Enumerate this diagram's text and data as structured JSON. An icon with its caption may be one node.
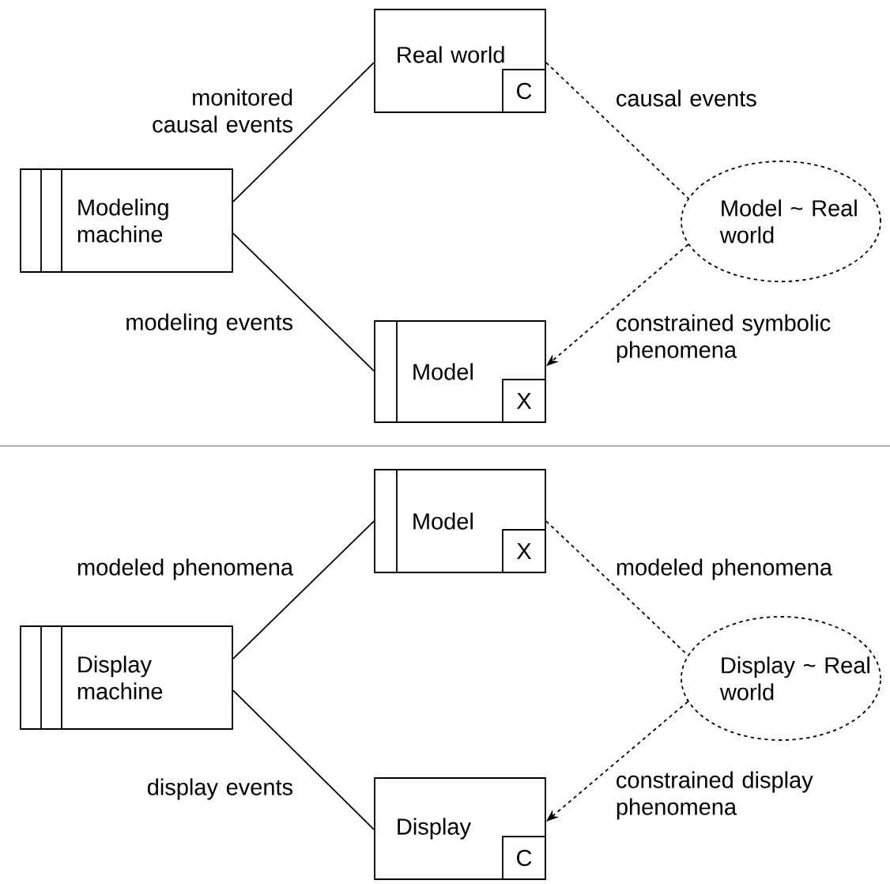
{
  "diagram": {
    "nodes": [
      {
        "text": [
          "Real world"
        ]
      },
      {
        "text": [
          "C"
        ],
        "in": 0
      },
      {
        "text": [
          "Modeling machine"
        ]
      },
      {
        "text": [
          "Model ~ Real world"
        ]
      },
      {
        "text": [
          "Model"
        ]
      },
      {
        "text": [
          "X"
        ],
        "in": 4
      },
      {
        "text": [
          "Model"
        ]
      },
      {
        "text": [
          "X"
        ],
        "in": 6
      },
      {
        "text": [
          "Display machine"
        ]
      },
      {
        "text": [
          "Display ~ Real world"
        ]
      },
      {
        "text": [
          "Display"
        ]
      },
      {
        "text": [
          "C"
        ],
        "in": 10
      }
    ],
    "edges": [
      {
        "from": 2,
        "to": 0,
        "arrow": "none",
        "label": "monitored causal events"
      },
      {
        "from": 0,
        "to": 3,
        "arrow": "none",
        "label": "causal events",
        "style": "dashed"
      },
      {
        "from": 2,
        "to": 4,
        "arrow": "none",
        "label": "modeling events"
      },
      {
        "from": 3,
        "to": 4,
        "arrow": "to",
        "label": "constrained symbolic phenomena",
        "style": "dashed"
      },
      {
        "from": 8,
        "to": 6,
        "arrow": "none",
        "label": "modeled phenomena"
      },
      {
        "from": 6,
        "to": 9,
        "arrow": "none",
        "label": "modeled phenomena",
        "style": "dashed"
      },
      {
        "from": 8,
        "to": 10,
        "arrow": "none",
        "label": "display events"
      },
      {
        "from": 9,
        "to": 10,
        "arrow": "to",
        "label": "constrained display phenomena",
        "style": "dashed"
      }
    ]
  }
}
